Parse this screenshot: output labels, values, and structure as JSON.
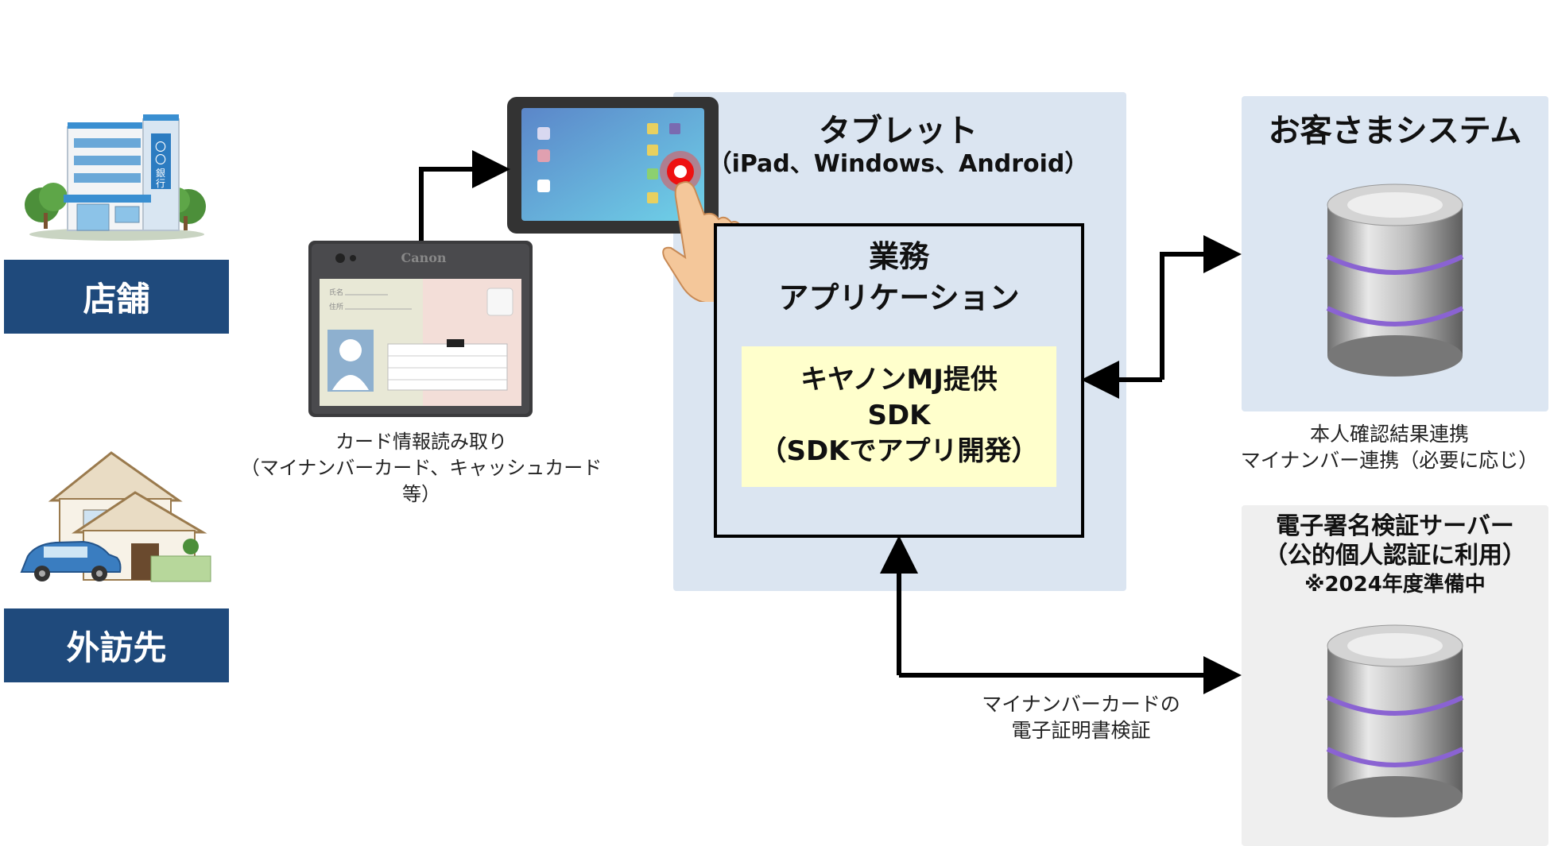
{
  "locations": {
    "store": "店舗",
    "visit": "外訪先"
  },
  "reader": {
    "brand": "Canon",
    "caption_line1": "カード情報読み取り",
    "caption_line2": "（マイナンバーカード、キャッシュカード等）"
  },
  "tablet": {
    "title": "タブレット",
    "subtitle": "（iPad、Windows、Android）"
  },
  "business_app": {
    "title_line1": "業務",
    "title_line2": "アプリケーション"
  },
  "sdk": {
    "line1": "キヤノンMJ提供",
    "line2": "SDK",
    "line3": "（SDKでアプリ開発）"
  },
  "customer_system": {
    "title": "お客さまシステム",
    "caption_line1": "本人確認結果連携",
    "caption_line2": "マイナンバー連携（必要に応じ）"
  },
  "signature_server": {
    "title_line1": "電子署名検証サーバー",
    "title_line2": "（公的個人認証に利用）",
    "title_line3": "※2024年度準備中"
  },
  "verification_caption": {
    "line1": "マイナンバーカードの",
    "line2": "電子証明書検証"
  },
  "colors": {
    "label_bg": "#1f4a7c",
    "tablet_panel": "#dbe5f1",
    "customer_panel": "#dce6f2",
    "server_panel": "#efefef",
    "sdk_box": "#ffffcc",
    "db_ring": "#8a63d2"
  }
}
